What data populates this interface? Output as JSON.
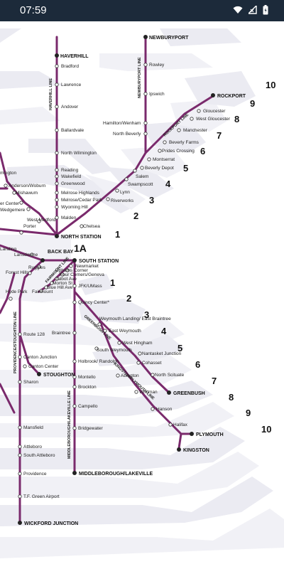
{
  "status_bar": {
    "time": "07:59",
    "icons": [
      "wifi-icon",
      "signal-icon",
      "battery-icon"
    ]
  },
  "colors": {
    "line": "#7a2a6c",
    "zone_band": "#ebebf2",
    "status_bar": "#1c2a3a"
  },
  "zones_north": [
    "1",
    "2",
    "3",
    "4",
    "5",
    "6",
    "7",
    "8",
    "9",
    "10"
  ],
  "zones_south": [
    "1",
    "2",
    "3",
    "4",
    "5",
    "6",
    "7",
    "8",
    "9",
    "10"
  ],
  "zone_1a": "1A",
  "lines": {
    "haverhill": "HAVERHILL LINE",
    "newburyport": "NEWBURYPORT LINE",
    "rockport": "ROCKPORT LINE",
    "fairmount": "FAIRMOUNT LINE",
    "greenbush": "GREENBUSH LINE",
    "kingston": "KINGSTON/PLYMOUTH LINE",
    "middleborough": "MIDDLEBOROUGH/LAKEVILLE LINE",
    "providence": "PROVIDENCE/STOUGHTON LINE"
  },
  "terminals": {
    "haverhill": "HAVERHILL",
    "newburyport": "NEWBURYPORT",
    "rockport": "ROCKPORT",
    "north_station": "NORTH STATION",
    "south_station": "SOUTH STATION",
    "back_bay": "BACK BAY",
    "stoughton": "STOUGHTON",
    "greenbush": "GREENBUSH",
    "plymouth": "PLYMOUTH",
    "kingston": "KINGSTON",
    "middleborough": "MIDDLEBOROUGH/LAKEVILLE",
    "wickford": "WICKFORD JUNCTION"
  },
  "stations": {
    "haverhill": [
      "Bradford",
      "Lawrence",
      "Andover",
      "Ballardvale",
      "North Wilmington",
      "Reading",
      "Wakefield",
      "Greenwood",
      "Melrose Highlands",
      "Melrose/Cedar Park",
      "Wyoming Hill",
      "Malden"
    ],
    "newburyport": [
      "Rowley",
      "Ipswich",
      "Hamilton/Wenham",
      "North Beverly",
      "Montserrat",
      "Salem",
      "Swampscott",
      "Lynn",
      "Riverworks",
      "Chelsea"
    ],
    "rockport": [
      "Gloucester",
      "West Gloucester",
      "Manchester",
      "Beverly Farms",
      "Prides Crossing",
      "Beverly Depot"
    ],
    "lowell": [
      "mington",
      "Anderson/Woburn",
      "Mishawum",
      "er Center",
      "Wedgemere",
      "West Medford"
    ],
    "fitchburg": [
      "Porter"
    ],
    "worcester": [
      "Landing",
      "Lansdowne",
      "Ruggles",
      "Forest Hills",
      "Hyde Park"
    ],
    "fairmount": [
      "Newmarket",
      "Uphams Corner",
      "Four Corners/Geneva",
      "Talbot Ave",
      "Morton St",
      "Blue Hill Ave",
      "Fairmount"
    ],
    "old_colony": [
      "JFK/UMass",
      "Quincy Center*",
      "Braintree"
    ],
    "greenbush": [
      "Weymouth Landing/ East Braintree",
      "East Weymouth",
      "West Hingham",
      "Nantasket Junction",
      "Cohasset",
      "North Scituate"
    ],
    "kingston": [
      "South Weymouth",
      "Abington",
      "Whitman",
      "Hanson",
      "Halifax"
    ],
    "middleborough": [
      "Holbrook/ Randolph",
      "Montello",
      "Brockton",
      "Campello",
      "Bridgewater"
    ],
    "providence": [
      "Route 128",
      "Canton Junction",
      "Canton Center",
      "Sharon",
      "Mansfield",
      "Attleboro",
      "South Attleboro",
      "Providence",
      "T.F. Green Airport"
    ]
  }
}
